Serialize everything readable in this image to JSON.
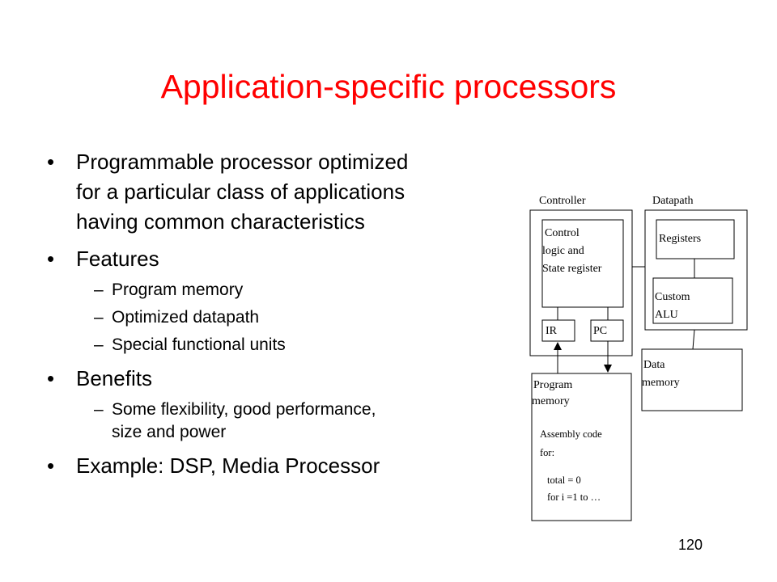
{
  "title": "Application-specific processors",
  "bullets": [
    {
      "lines": [
        "Programmable processor optimized",
        "for a particular class of applications",
        "having common characteristics"
      ]
    },
    {
      "text": "Features",
      "subitems": [
        "Program memory",
        "Optimized datapath",
        "Special functional units"
      ]
    },
    {
      "text": "Benefits",
      "subitems": [
        [
          "Some flexibility, good performance,",
          "size and power"
        ]
      ]
    },
    {
      "text": "Example: DSP, Media Processor"
    }
  ],
  "bullet_glyph": "•",
  "dash_glyph": "–",
  "diagram": {
    "controller_label": "Controller",
    "datapath_label": "Datapath",
    "control_logic": [
      "Control",
      "logic and",
      "State register"
    ],
    "ir_label": "IR",
    "pc_label": "PC",
    "registers_label": "Registers",
    "alu": [
      "Custom",
      "ALU"
    ],
    "data_memory": [
      "Data",
      "memory"
    ],
    "program_memory": [
      "Program",
      "memory"
    ],
    "assembly": [
      "Assembly code",
      "for:"
    ],
    "code": [
      "total = 0",
      "for i =1 to …"
    ]
  },
  "page_number": "120"
}
